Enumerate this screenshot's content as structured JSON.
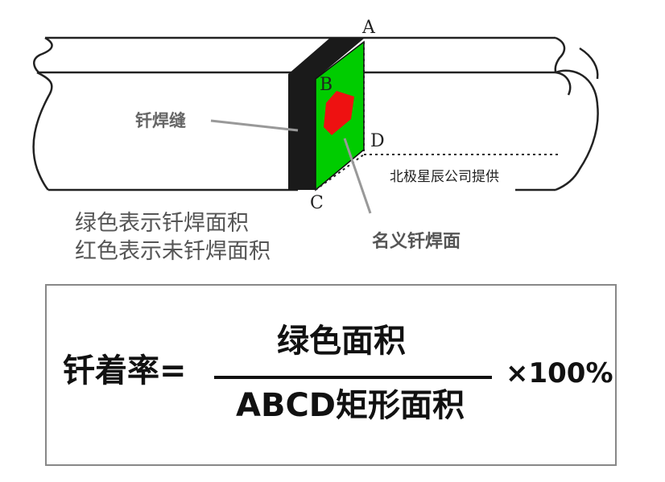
{
  "diagram": {
    "corner_a": "A",
    "corner_b": "B",
    "corner_c": "C",
    "corner_d": "D",
    "seam_label": "钎焊缝",
    "face_label": "名义钎焊面",
    "watermark": "北极星辰公司提供",
    "legend_green": "绿色表示钎焊面积",
    "legend_red": "红色表示未钎焊面积",
    "colors": {
      "brazed_area": "#00cc00",
      "unbrazed_area": "#ee1111",
      "seam": "#1a1a1a"
    }
  },
  "formula": {
    "left": "钎着率=",
    "numerator": "绿色面积",
    "denominator": "ABCD矩形面积",
    "multiplier": "×100%"
  }
}
